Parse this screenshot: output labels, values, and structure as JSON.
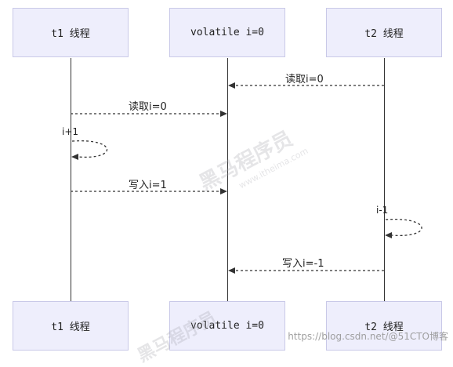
{
  "participants": {
    "t1": "t1 线程",
    "shared": "volatile i=0",
    "t2": "t2 线程"
  },
  "messages": {
    "m1": "读取i=0",
    "m2": "读取i=0",
    "m3": "写入i=1",
    "m4": "写入i=-1"
  },
  "notes": {
    "t1_self": "i+1",
    "t2_self": "i-1"
  },
  "watermarks": {
    "brand": "黑马程序员",
    "site": "www.itheima.com",
    "footer": "https://blog.csdn.net/@51CTO博客"
  },
  "colors": {
    "participant_fill": "#eeeefc",
    "participant_border": "#c9c9e8",
    "line": "#333333"
  }
}
